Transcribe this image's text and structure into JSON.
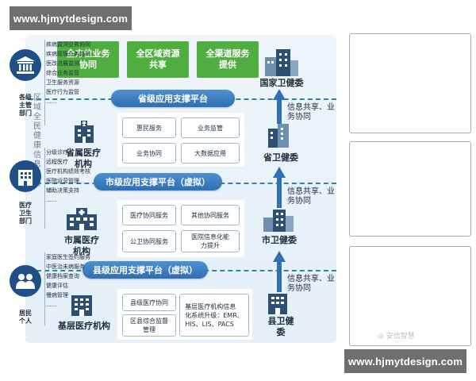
{
  "watermark": {
    "top": "www.hjmytdesign.com",
    "bottom": "www.hjmytdesign.com"
  },
  "vertical_title": "区域全民健康信息平台",
  "services": [
    {
      "line1": "全方位业务",
      "line2": "协同"
    },
    {
      "line1": "全区域资源",
      "line2": "共享"
    },
    {
      "line1": "全渠道服务",
      "line2": "提供"
    }
  ],
  "platforms": {
    "provincial": "省级应用支撑平台",
    "municipal": "市级应用支撑平台（虚拟）",
    "county": "县级应用支撑平台（虚拟）"
  },
  "commissions": {
    "national": "国家卫健委",
    "provincial": "省卫健委",
    "municipal": "市卫健委",
    "county": {
      "line1": "县卫健",
      "line2": "委"
    }
  },
  "share_note": {
    "line1": "信息共享、业",
    "line2": "务协同"
  },
  "provincial_institution": {
    "label": {
      "line1": "省属医疗",
      "line2": "机构"
    },
    "items": [
      "惠民服务",
      "业务监管",
      "业务协同",
      "大数据应用"
    ]
  },
  "municipal_institution": {
    "label": {
      "line1": "市属医疗",
      "line2": "机构"
    },
    "items": [
      "医疗协同服务",
      "其他协同服务",
      "公卫协同服务"
    ],
    "capability": {
      "line1": "医院信息化能",
      "line2": "力提升"
    }
  },
  "county_institution": {
    "label": "基层医疗机构",
    "items": [
      "县级医疗协同"
    ],
    "supervision": {
      "line1": "区县综合监督",
      "line2": "管理"
    },
    "upgrade": {
      "line1": "基层医疗机构信息",
      "line2": "化系统升级：EMR、",
      "line3": "HIS、LIS、PACS"
    }
  },
  "right_panels": [
    {
      "title": {
        "line1": "各级",
        "line2": "主管",
        "line3": "部门"
      },
      "icon": "government-building-icon",
      "items": [
        "疾病监测业务协同",
        "疾病管理业务协同",
        "医改进展监测",
        "综合业务监管",
        "卫生服务资源",
        "医疗行为监管",
        "......"
      ]
    },
    {
      "title": {
        "line1": "医疗",
        "line2": "卫生",
        "line3": "部门"
      },
      "icon": "hospital-building-icon",
      "items": [
        "分级诊疗",
        "远程医疗",
        "医疗机构绩效考核",
        "医院运营管理",
        "辅助决策支持",
        "......"
      ]
    },
    {
      "title": {
        "line1": "居民",
        "line2": "个人"
      },
      "icon": "people-icon",
      "items": [
        "家庭医生签约服务",
        "中医治未病服务",
        "健康档案查询",
        "健康评估",
        "慢病管理",
        "......"
      ]
    }
  ],
  "faint_mark": "◎ 安信智慧",
  "colors": {
    "green": "#4fae3f",
    "platform_blue": "#2f6fb2",
    "dash": "#2b8a9a",
    "icon_navy": "#1f4f86",
    "panel_bg": "#e4eff8"
  }
}
